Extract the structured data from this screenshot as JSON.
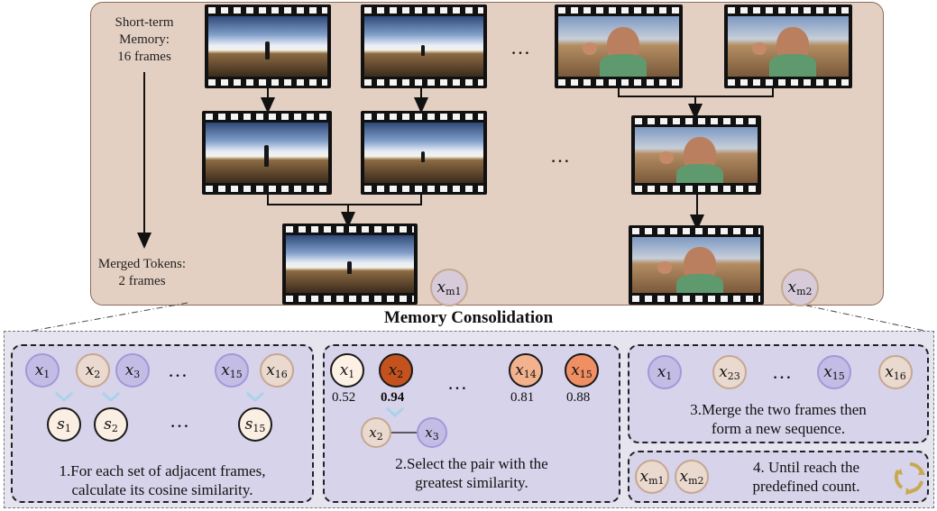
{
  "labels": {
    "short_term": "Short-term\nMemory:\n16 frames",
    "merged_tokens": "Merged Tokens:\n2 frames",
    "dots": "…"
  },
  "tokens": {
    "xm1": "x",
    "xm1_sub": "m1",
    "xm2": "x",
    "xm2_sub": "m2"
  },
  "title": "Memory Consolidation",
  "step1": {
    "row1": [
      {
        "v": "x",
        "sub": "1"
      },
      {
        "v": "x",
        "sub": "2"
      },
      {
        "v": "x",
        "sub": "3"
      },
      {
        "v": "x",
        "sub": "15"
      },
      {
        "v": "x",
        "sub": "16"
      }
    ],
    "row2": [
      {
        "v": "s",
        "sub": "1"
      },
      {
        "v": "s",
        "sub": "2"
      },
      {
        "v": "s",
        "sub": "15"
      }
    ],
    "caption": "1.For each set of adjacent frames,\ncalculate its cosine similarity."
  },
  "step2": {
    "tokens": [
      {
        "v": "x",
        "sub": "1",
        "score": "0.52"
      },
      {
        "v": "x",
        "sub": "2",
        "score": "0.94"
      },
      {
        "v": "x",
        "sub": "14",
        "score": "0.81"
      },
      {
        "v": "x",
        "sub": "15",
        "score": "0.88"
      }
    ],
    "pair": [
      {
        "v": "x",
        "sub": "2"
      },
      {
        "v": "x",
        "sub": "3"
      }
    ],
    "caption": "2.Select the pair with the\ngreatest similarity."
  },
  "step3": {
    "tokens": [
      {
        "v": "x",
        "sub": "1"
      },
      {
        "v": "x",
        "sub": "23"
      },
      {
        "v": "x",
        "sub": "15"
      },
      {
        "v": "x",
        "sub": "16"
      }
    ],
    "caption": "3.Merge the two frames then\nform a new sequence."
  },
  "step4": {
    "tokens": [
      {
        "v": "x",
        "sub": "m1"
      },
      {
        "v": "x",
        "sub": "m2"
      }
    ],
    "caption": "4. Until reach the\npredefined count."
  }
}
